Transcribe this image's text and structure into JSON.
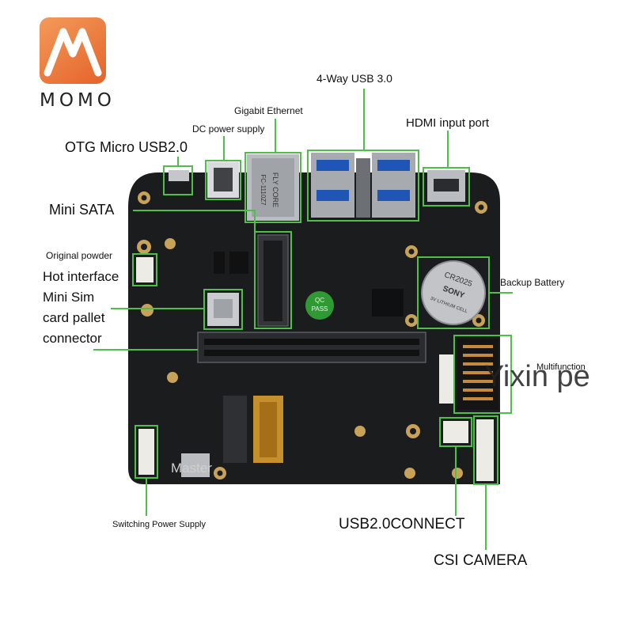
{
  "brand": {
    "name": "MOMO",
    "accent": "#e5632a"
  },
  "colors": {
    "board": "#1b1c1e",
    "leader": "#4fbf4a",
    "background": "#ffffff"
  },
  "labels": {
    "usb30": "4-Way USB 3.0",
    "ethernet": "Gigabit Ethernet",
    "dc_power": "DC power supply",
    "hdmi": "HDMI input port",
    "otg": "OTG Micro USB2.0",
    "mini_sata": "Mini SATA",
    "original_powder": "Original powder",
    "hot_interface": "Hot interface",
    "mini_sim": "Mini Sim",
    "card_pallet": "card pallet",
    "connector": "connector",
    "backup_battery": "Backup Battery",
    "multifunction": "Multifunction",
    "watermark": "Yixin pe",
    "master": "Master",
    "switching_power": "Switching Power Supply",
    "usb20_connect": "USB2.0CONNECT",
    "csi_camera": "CSI CAMERA"
  },
  "board_text": {
    "ethernet_jack": "FLY CORE",
    "ethernet_code": "FC-1110Z7",
    "qc": "QC",
    "pass": "PASS",
    "battery_model": "CR2025",
    "battery_brand": "SONY",
    "battery_note": "3V LITHIUM CELL"
  }
}
